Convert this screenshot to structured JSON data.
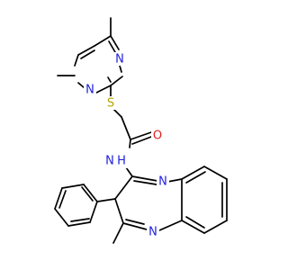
{
  "molecule": {
    "atoms": {
      "n_pyr_right": {
        "label": "N",
        "color": "#1f1fe0"
      },
      "n_pyr_left": {
        "label": "N",
        "color": "#1f1fe0"
      },
      "s": {
        "label": "S",
        "color": "#b8a300"
      },
      "o": {
        "label": "O",
        "color": "#e01f1f"
      },
      "nh": {
        "label": "N",
        "sub": "H",
        "color": "#1f1fe0"
      },
      "n_dz_top": {
        "label": "N",
        "color": "#1f1fe0"
      },
      "n_dz_bottom": {
        "label": "N",
        "color": "#1f1fe0"
      }
    },
    "bond_color": "#000000"
  }
}
